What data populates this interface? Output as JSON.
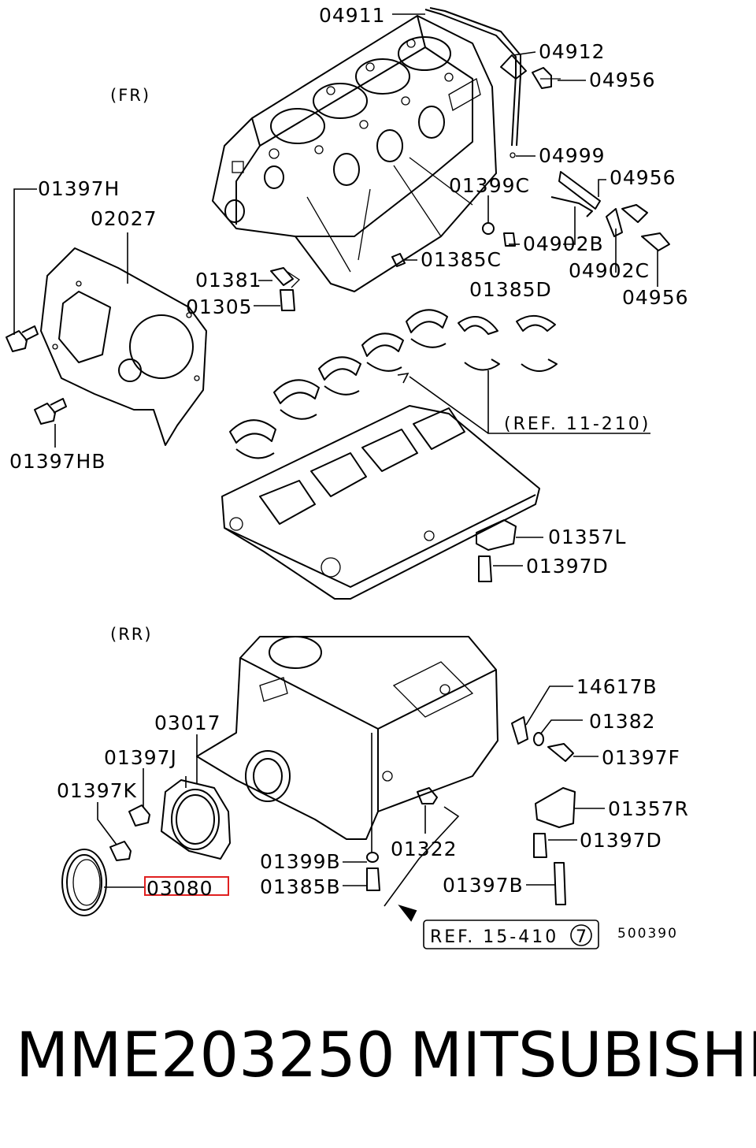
{
  "sections": {
    "front": "(FR)",
    "rear": "(RR)"
  },
  "parts": {
    "p04911": "04911",
    "p04912": "04912",
    "p04956_a": "04956",
    "p04999": "04999",
    "p04956_b": "04956",
    "p01397H": "01397H",
    "p02027": "02027",
    "p01399C": "01399C",
    "p04902B": "04902B",
    "p04902C": "04902C",
    "p04956_c": "04956",
    "p01381": "01381",
    "p01385C": "01385C",
    "p01305": "01305",
    "p01385D": "01385D",
    "p01397HB": "01397HB",
    "p01357L": "01357L",
    "p01397D_a": "01397D",
    "p14617B": "14617B",
    "p03017": "03017",
    "p01382": "01382",
    "p01397J": "01397J",
    "p01397F": "01397F",
    "p01397K": "01397K",
    "p01357R": "01357R",
    "p01397D_b": "01397D",
    "p01399B": "01399B",
    "p01322": "01322",
    "p03080": "03080",
    "p01385B": "01385B",
    "p01397B": "01397B"
  },
  "references": {
    "ref_11_210": "(REF. 11-210)",
    "ref_15_410": "REF. 15-410",
    "ref_15_410_circle": "7"
  },
  "diagram_code": "500390",
  "highlight": {
    "part": "03080",
    "color": "#e02020"
  },
  "footer": {
    "part_number": "MME203250",
    "brand": "MITSUBISHI"
  }
}
